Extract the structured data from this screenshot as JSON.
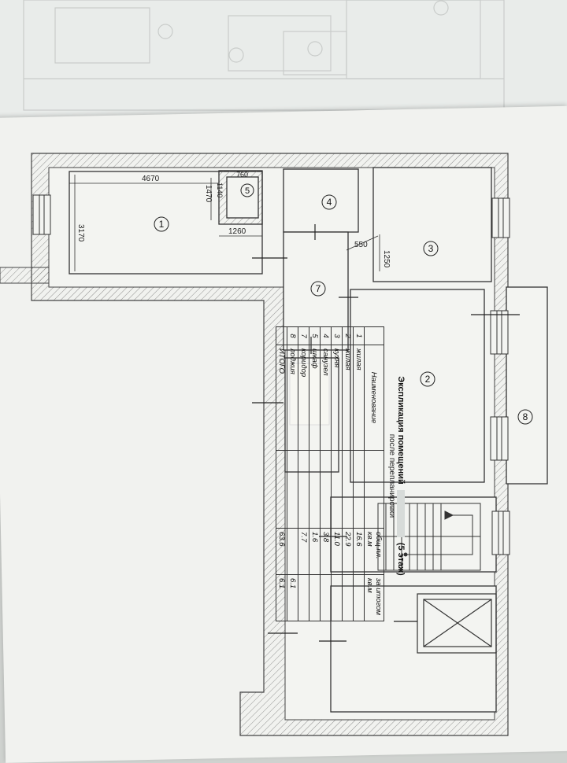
{
  "plan": {
    "room_markers": [
      "1",
      "2",
      "3",
      "4",
      "5",
      "7",
      "8"
    ],
    "dimensions": {
      "d4670": "4670",
      "d3170": "3170",
      "d1260": "1260",
      "d1470": "1470",
      "d760": "760",
      "d1140": "1140",
      "d550": "550",
      "d1250": "1250"
    }
  },
  "explication": {
    "title": "Экспликация помещений",
    "title_suffix": "(5 этаж)",
    "subtitle": "после перепланировки",
    "header": {
      "name": "Наименование",
      "total_area": "общ.пл. кв.м",
      "balcony": "за итогом кв.м"
    },
    "rows": [
      {
        "no": "1",
        "name": "жилая",
        "area": "16.6",
        "balcony": ""
      },
      {
        "no": "2",
        "name": "жилая",
        "area": "22.9",
        "balcony": ""
      },
      {
        "no": "3",
        "name": "кухня",
        "area": "11.0",
        "balcony": ""
      },
      {
        "no": "4",
        "name": "санузел",
        "area": "3.8",
        "balcony": ""
      },
      {
        "no": "5",
        "name": "шкаф",
        "area": "1.6",
        "balcony": ""
      },
      {
        "no": "7",
        "name": "коридор",
        "area": "7.7",
        "balcony": ""
      },
      {
        "no": "8",
        "name": "лоджия",
        "area": "",
        "balcony": "6.1"
      }
    ],
    "total_row": {
      "no": "",
      "name": "ИТОГО",
      "area": "63.6",
      "balcony": "6.1"
    }
  }
}
